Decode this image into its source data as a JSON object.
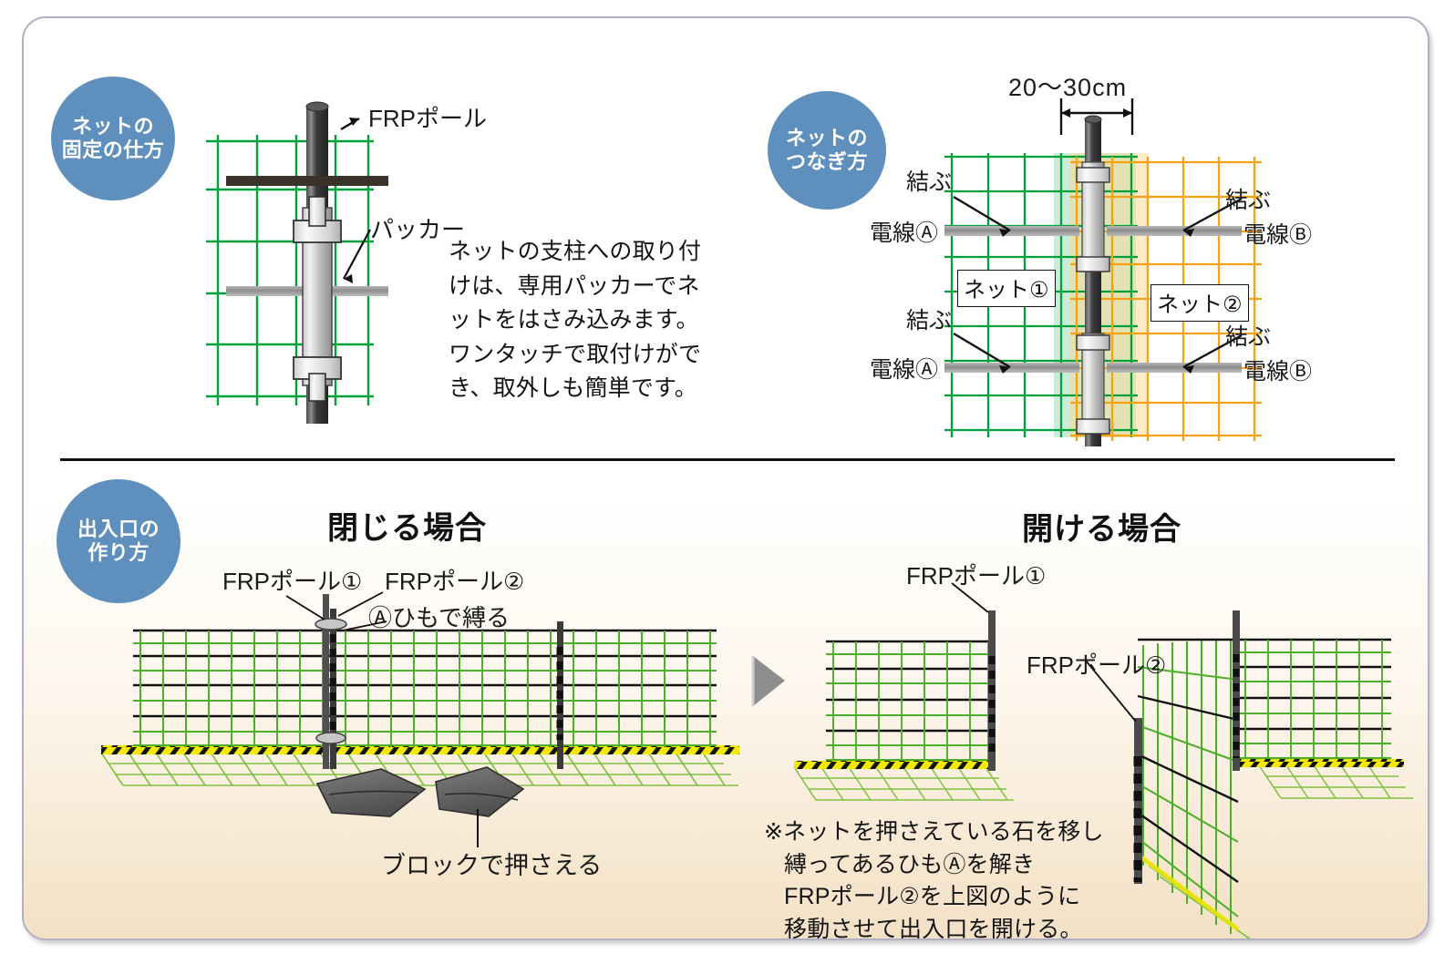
{
  "document": {
    "title": "電気柵ネット設置説明図",
    "frame_border_color": "#b2aec4",
    "badge_color": "#5e8fbd",
    "net_green": "#00a13a",
    "net_orange": "#f5a310",
    "wire_gray": "#9a9a9a",
    "pole_dark": "#3a3a3a"
  },
  "panels": {
    "fixing": {
      "badge": {
        "line1": "ネットの",
        "line2": "固定の仕方"
      },
      "labels": {
        "frp_pole": "FRPポール",
        "packer": "パッカー"
      },
      "description": [
        "ネットの支柱への取り付",
        "けは、専用パッカーでネ",
        "ットをはさみ込みます。",
        "ワンタッチで取付けがで",
        "き、取外しも簡単です。"
      ]
    },
    "joining": {
      "badge": {
        "line1": "ネットの",
        "line2": "つなぎ方"
      },
      "dimension": "20〜30cm",
      "labels": {
        "tie_upper_left": "結ぶ",
        "wire_a_upper": "電線Ⓐ",
        "tie_upper_right": "結ぶ",
        "wire_b_upper": "電線Ⓑ",
        "net_1": "ネット①",
        "net_2": "ネット②",
        "tie_lower_left": "結ぶ",
        "wire_a_lower": "電線Ⓐ",
        "tie_lower_right": "結ぶ",
        "wire_b_lower": "電線Ⓑ"
      }
    },
    "gateway": {
      "badge": {
        "line1": "出入口の",
        "line2": "作り方"
      },
      "closed": {
        "heading": "閉じる場合",
        "labels": {
          "frp_pole_1": "FRPポール①",
          "frp_pole_2": "FRPポール②",
          "tie_with_cord": "Ⓐひもで縛る",
          "hold_with_block": "ブロックで押さえる"
        }
      },
      "open": {
        "heading": "開ける場合",
        "labels": {
          "frp_pole_1": "FRPポール①",
          "frp_pole_2": "FRPポール②"
        },
        "note": [
          "※ネットを押さえている石を移し",
          "縛ってあるひもⒶを解き",
          "FRPポール②を上図のように",
          "移動させて出入口を開ける。"
        ]
      }
    }
  }
}
